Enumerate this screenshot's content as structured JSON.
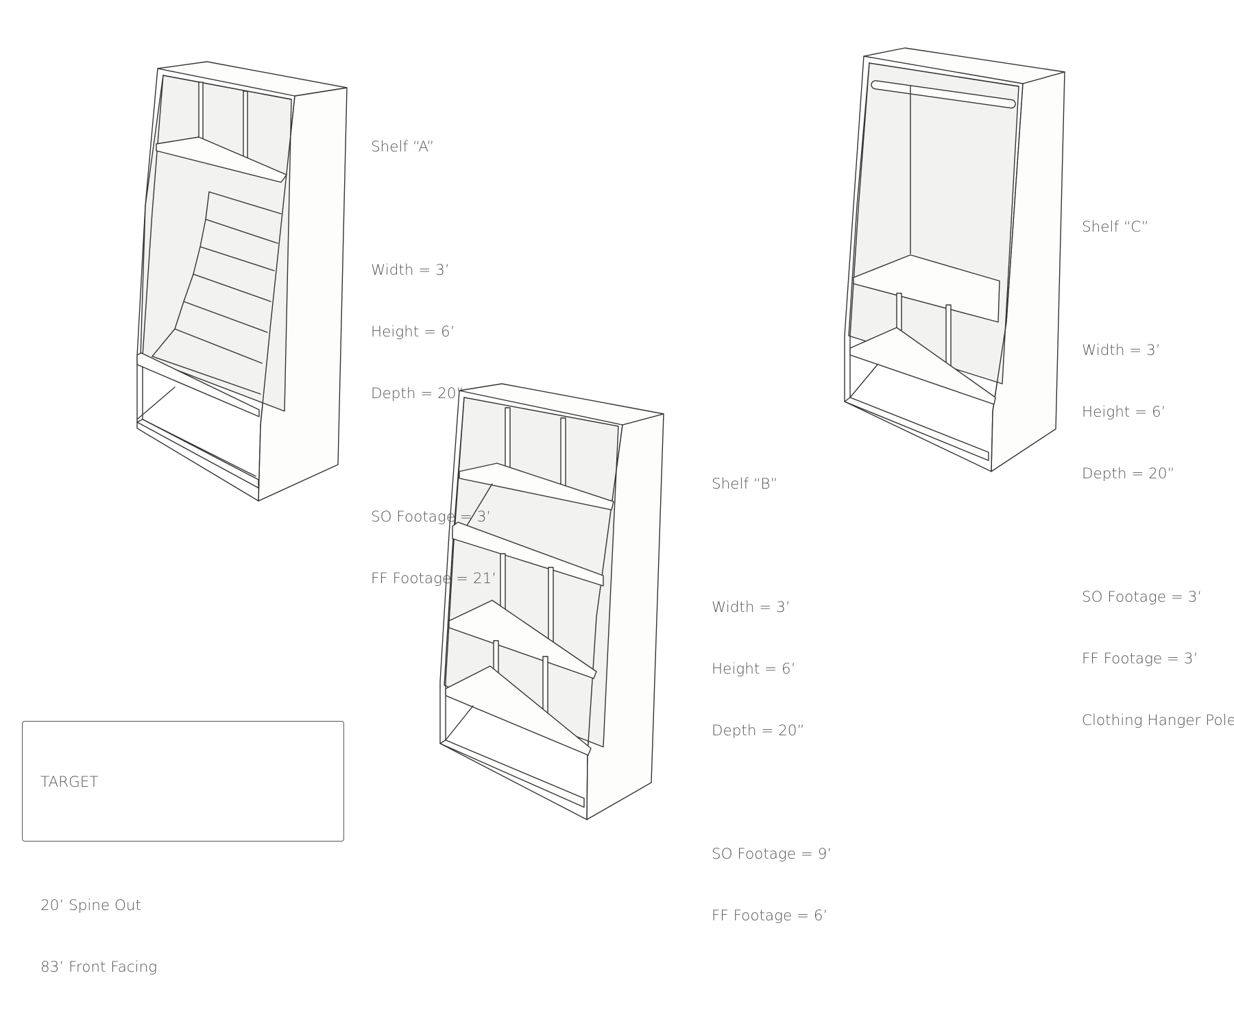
{
  "shelf_a": {
    "title": "Shelf “A”",
    "width": "Width = 3’",
    "height": "Height = 6’",
    "depth": "Depth = 20”",
    "so_footage": "SO Footage = 3’",
    "ff_footage": "FF Footage = 21’"
  },
  "shelf_b": {
    "title": "Shelf “B”",
    "width": "Width = 3’",
    "height": "Height = 6’",
    "depth": "Depth = 20”",
    "so_footage": "SO Footage = 9’",
    "ff_footage": "FF Footage = 6’"
  },
  "shelf_c": {
    "title": "Shelf “C”",
    "width": "Width = 3’",
    "height": "Height = 6’",
    "depth": "Depth = 20”",
    "so_footage": "SO Footage = 3’",
    "ff_footage": "FF Footage = 3’",
    "note": "Clothing Hanger Pole"
  },
  "target": {
    "title": "TARGET",
    "spine_out": "20’ Spine Out",
    "front_facing": "83’ Front Facing"
  }
}
